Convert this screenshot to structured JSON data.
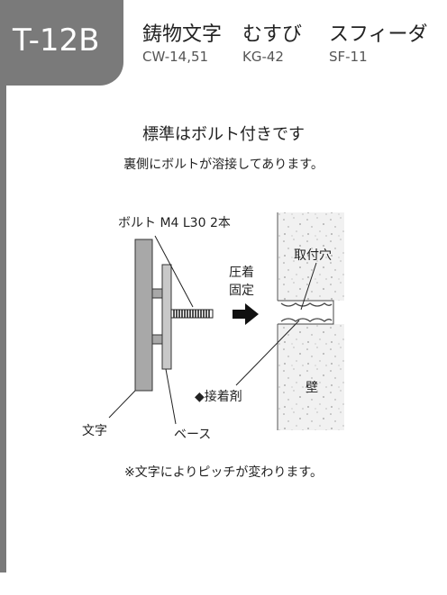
{
  "header": {
    "product_code": "T-12B",
    "series": [
      {
        "name": "鋳物文字",
        "code": "CW-14,51"
      },
      {
        "name": "むすび",
        "code": "KG-42"
      },
      {
        "name": "スフィーダ",
        "code": "SF-11"
      }
    ]
  },
  "body": {
    "heading": "標準はボルト付きです",
    "subheading": "裏側にボルトが溶接してあります。",
    "footnote": "※文字によりピッチが変わります。"
  },
  "diagram": {
    "bolt_label": "ボルト M4 L30 2本",
    "press_label_line1": "圧着",
    "press_label_line2": "固定",
    "hole_label": "取付穴",
    "adhesive_label": "◆接着剤",
    "wall_label": "壁",
    "letter_label": "文字",
    "base_label": "ベース"
  },
  "colors": {
    "tab_gray": "#7a7a7a",
    "letter_gray": "#a8a8a8",
    "base_gray": "#c8c8c8",
    "wall_fill": "#f1f1f1",
    "speckle": "#9a9a9a"
  }
}
